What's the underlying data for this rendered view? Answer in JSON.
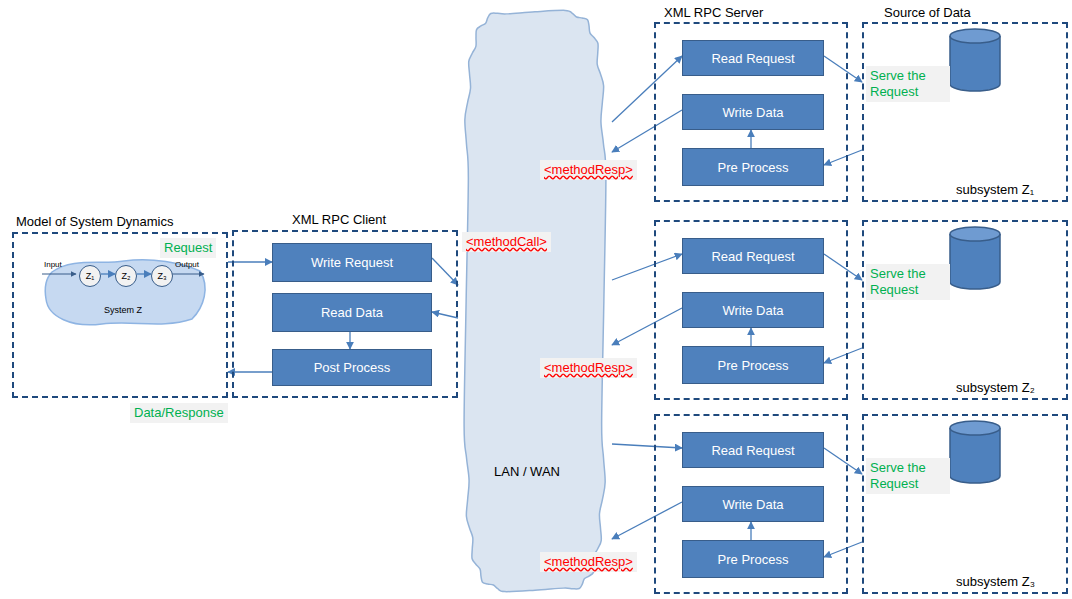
{
  "diagram": {
    "nodes": [
      {
        "text": [
          "Model of System Dynamics"
        ]
      },
      {
        "text": [
          "System Z"
        ],
        "in": 0
      },
      {
        "text": [
          "Z₁"
        ],
        "in": 1
      },
      {
        "text": [
          "Z₂"
        ],
        "in": 1
      },
      {
        "text": [
          "Z₃"
        ],
        "in": 1
      },
      {
        "text": [
          "XML RPC Client"
        ]
      },
      {
        "text": [
          "Write Request"
        ],
        "in": 5
      },
      {
        "text": [
          "Read Data"
        ],
        "in": 5
      },
      {
        "text": [
          "Post Process"
        ],
        "in": 5
      },
      {
        "text": [
          "LAN / WAN"
        ]
      },
      {
        "text": [
          "XML RPC Server"
        ]
      },
      {
        "text": [
          "Read Request"
        ],
        "in": 10
      },
      {
        "text": [
          "Write Data"
        ],
        "in": 10
      },
      {
        "text": [
          "Pre Process"
        ],
        "in": 10
      },
      {
        "text": [
          "Source of Data",
          "subsystem Z₁"
        ]
      },
      {
        "text": []
      },
      {
        "text": [
          "Read Request"
        ],
        "in": 15
      },
      {
        "text": [
          "Write Data"
        ],
        "in": 15
      },
      {
        "text": [
          "Pre Process"
        ],
        "in": 15
      },
      {
        "text": [
          "subsystem Z₂"
        ]
      },
      {
        "text": []
      },
      {
        "text": [
          "Read Request"
        ],
        "in": 20
      },
      {
        "text": [
          "Write Data"
        ],
        "in": 20
      },
      {
        "text": [
          "Pre Process"
        ],
        "in": 20
      },
      {
        "text": [
          "subsystem Z₃"
        ]
      }
    ],
    "edges": [
      {
        "from": 0,
        "to": 6,
        "arrow": "to",
        "label": "Request"
      },
      {
        "from": 8,
        "to": 0,
        "arrow": "to",
        "label": "Data/Response"
      },
      {
        "from": 6,
        "to": 9,
        "arrow": "to",
        "label": "<methodCall>"
      },
      {
        "from": 9,
        "to": 7,
        "arrow": "to"
      },
      {
        "from": 7,
        "to": 8,
        "arrow": "to"
      },
      {
        "from": 2,
        "to": 3,
        "arrow": "to"
      },
      {
        "from": 3,
        "to": 4,
        "arrow": "to"
      },
      {
        "from": 9,
        "to": 11,
        "arrow": "to"
      },
      {
        "from": 11,
        "to": 14,
        "arrow": "to",
        "label": "Serve the Request"
      },
      {
        "from": 14,
        "to": 13,
        "arrow": "to"
      },
      {
        "from": 13,
        "to": 12,
        "arrow": "to"
      },
      {
        "from": 12,
        "to": 9,
        "arrow": "to",
        "label": "<methodResp>"
      },
      {
        "from": 9,
        "to": 16,
        "arrow": "to"
      },
      {
        "from": 16,
        "to": 19,
        "arrow": "to",
        "label": "Serve the Request"
      },
      {
        "from": 19,
        "to": 18,
        "arrow": "to"
      },
      {
        "from": 18,
        "to": 17,
        "arrow": "to"
      },
      {
        "from": 17,
        "to": 9,
        "arrow": "to",
        "label": "<methodResp>"
      },
      {
        "from": 9,
        "to": 21,
        "arrow": "to"
      },
      {
        "from": 21,
        "to": 24,
        "arrow": "to",
        "label": "Serve the Request"
      },
      {
        "from": 24,
        "to": 23,
        "arrow": "to"
      },
      {
        "from": 23,
        "to": 22,
        "arrow": "to"
      },
      {
        "from": 22,
        "to": 9,
        "arrow": "to",
        "label": "<methodResp>"
      }
    ],
    "labels": [
      "Input",
      "Output"
    ]
  }
}
